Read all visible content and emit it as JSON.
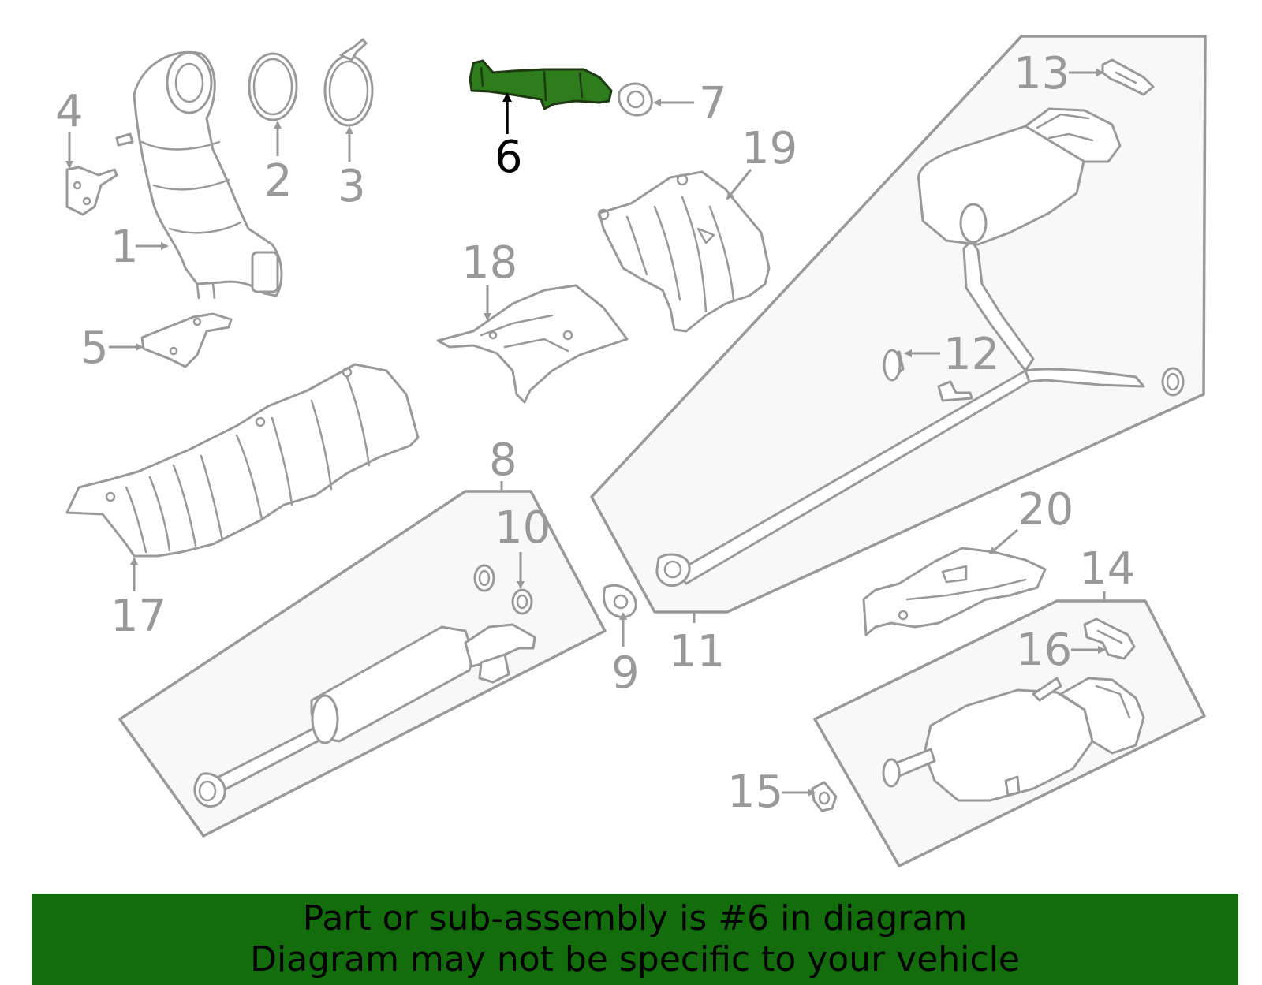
{
  "highlight_color": "#2e7d1c",
  "banner_color": "#146d0c",
  "callouts": {
    "c1": "1",
    "c2": "2",
    "c3": "3",
    "c4": "4",
    "c5": "5",
    "c6": "6",
    "c7": "7",
    "c8": "8",
    "c9": "9",
    "c10": "10",
    "c11": "11",
    "c12": "12",
    "c13": "13",
    "c14": "14",
    "c15": "15",
    "c16": "16",
    "c17": "17",
    "c18": "18",
    "c19": "19",
    "c20": "20"
  },
  "banner": {
    "line1": "Part or sub-assembly is #6 in diagram",
    "line2": "Diagram may not be specific to your vehicle"
  }
}
